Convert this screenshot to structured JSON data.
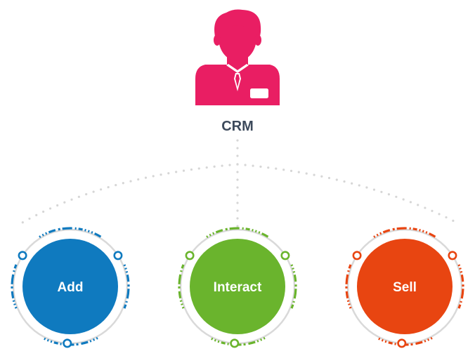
{
  "root": {
    "label": "CRM",
    "icon": "person-icon",
    "color": "#e91e63",
    "label_color": "#3d4a5c"
  },
  "connector_color": "#d6d6d6",
  "ring_color": "#d9d9d9",
  "nodes": [
    {
      "id": "add",
      "label": "Add",
      "color": "#0f7abf"
    },
    {
      "id": "interact",
      "label": "Interact",
      "color": "#6ab42d"
    },
    {
      "id": "sell",
      "label": "Sell",
      "color": "#e84511"
    }
  ]
}
